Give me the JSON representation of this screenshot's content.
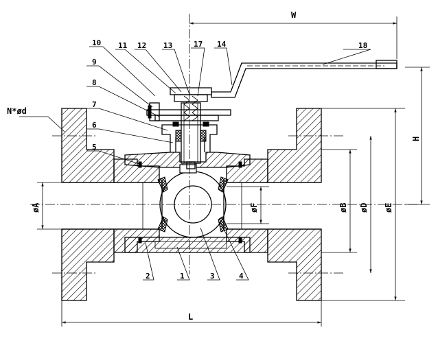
{
  "part_numbers": {
    "p1": "1",
    "p2": "2",
    "p3": "3",
    "p4": "4",
    "p5": "5",
    "p6": "6",
    "p7": "7",
    "p8": "8",
    "p9": "9",
    "p10": "10",
    "p11": "11",
    "p12": "12",
    "p13": "13",
    "p14": "14",
    "p17": "17",
    "p18": "18"
  },
  "dimensions": {
    "W": "W",
    "H": "H",
    "L": "L",
    "A": "øA",
    "B": "øB",
    "D": "øD",
    "E": "øE",
    "F": "øF",
    "Nd": "N*ød"
  }
}
